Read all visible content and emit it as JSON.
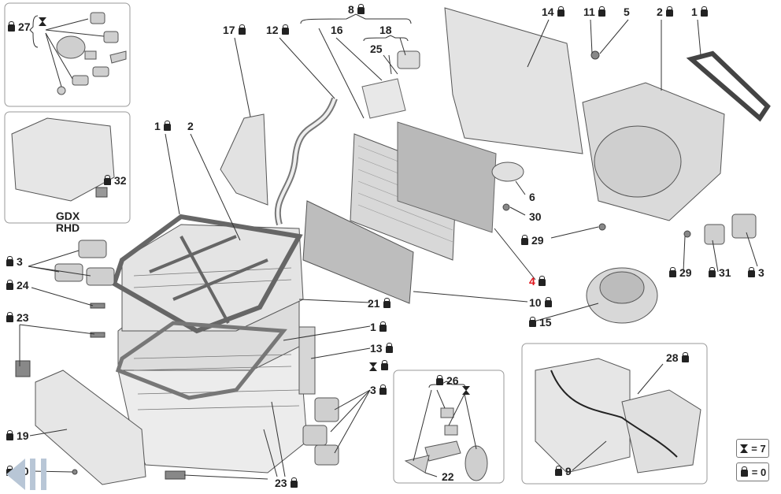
{
  "labels": {
    "l1a": "1",
    "l1b": "1",
    "l1c": "1",
    "l2a": "2",
    "l2b": "2",
    "l3a": "3",
    "l3b": "3",
    "l3c": "3",
    "l4": "4",
    "l5": "5",
    "l6": "6",
    "l8": "8",
    "l9": "9",
    "l10": "10",
    "l11": "11",
    "l12": "12",
    "l13": "13",
    "l14": "14",
    "l15": "15",
    "l16": "16",
    "l17": "17",
    "l18": "18",
    "l19": "19",
    "l20": "20",
    "l21": "21",
    "l22": "22",
    "l23a": "23",
    "l23b": "23",
    "l24": "24",
    "l25": "25",
    "l26": "26",
    "l27": "27",
    "l28": "28",
    "l29a": "29",
    "l29b": "29",
    "l30": "30",
    "l31": "31",
    "l32": "32"
  },
  "inset_labels": {
    "gdx": "GDX",
    "rhd": "RHD"
  },
  "legend": {
    "kit_count": "= 7",
    "lock_count": "= 0"
  },
  "colors": {
    "highlight_label": "#e0141b",
    "line": "#333333",
    "part_fill": "#e9e9e9",
    "part_stroke": "#555555"
  },
  "icons": {
    "availability": "lock-icon",
    "kit": "hourglass-icon",
    "back": "back-arrow-icon"
  }
}
